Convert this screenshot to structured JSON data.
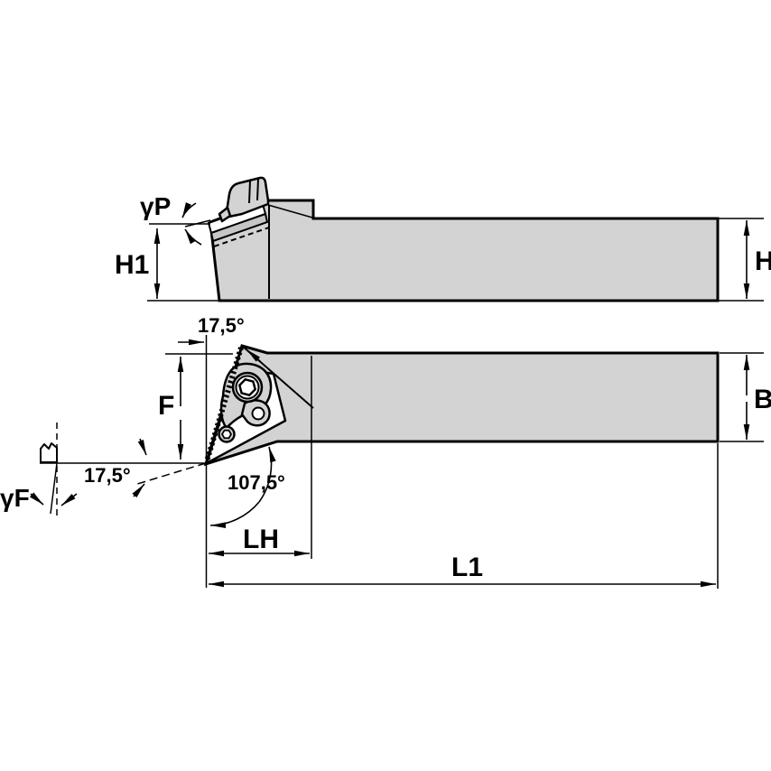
{
  "drawing": {
    "type": "tool-holder-engineering-drawing",
    "views": {
      "side_view": "lathe toolholder side elevation with clamp and insert",
      "plan_view": "lathe toolholder top view with clamp, screw and diamond insert"
    },
    "labels": {
      "gamma_p": "γP",
      "h1": "H1",
      "h": "H",
      "angle_back_17_5": "17,5°",
      "f": "F",
      "b": "B",
      "gamma_f": "γF",
      "angle_front_17_5": "17,5°",
      "angle_107_5": "107,5°",
      "lh": "LH",
      "l1": "L1"
    },
    "colors": {
      "body_fill": "#d3d3d3",
      "shim_fill": "#c6c6c6",
      "insert_fill": "#ffffff",
      "line": "#000000",
      "background": "#ffffff"
    }
  }
}
